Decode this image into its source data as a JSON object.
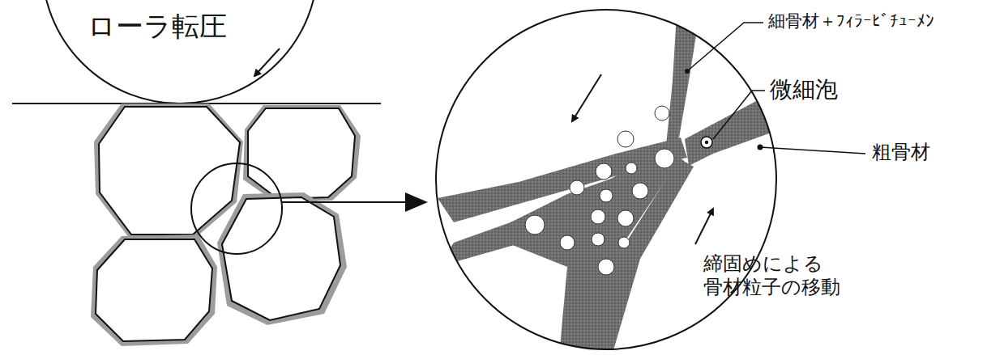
{
  "diagram": {
    "labels": [
      "ローラ転圧",
      "細骨材＋ﾌｨﾗｰﾋﾞﾁｭｰﾒﾝ",
      "微細泡",
      "粗骨材",
      "締固めによる 骨材粒子の移動"
    ]
  }
}
